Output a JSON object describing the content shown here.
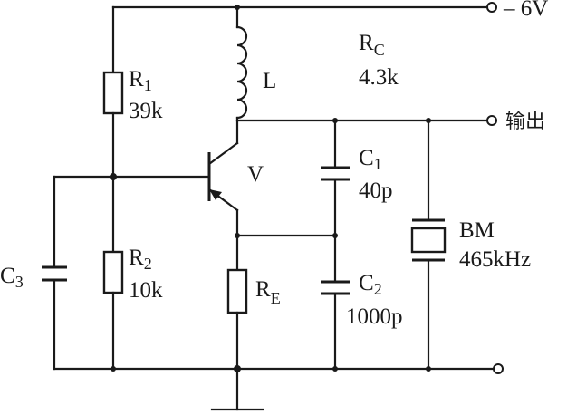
{
  "labels": {
    "supply": "– 6V",
    "output": "输出",
    "r1": {
      "name": "R",
      "sub": "1",
      "value": "39k"
    },
    "r2": {
      "name": "R",
      "sub": "2",
      "value": "10k"
    },
    "re": {
      "name": "R",
      "sub": "E"
    },
    "rc": {
      "name": "R",
      "sub": "C",
      "value": "4.3k"
    },
    "inductor": "L",
    "transistor": "V",
    "c1": {
      "name": "C",
      "sub": "1",
      "value": "40p"
    },
    "c2": {
      "name": "C",
      "sub": "2",
      "value": "1000p"
    },
    "c3": {
      "name": "C",
      "sub": "3"
    },
    "crystal": {
      "name": "BM",
      "value": "465kHz"
    }
  }
}
